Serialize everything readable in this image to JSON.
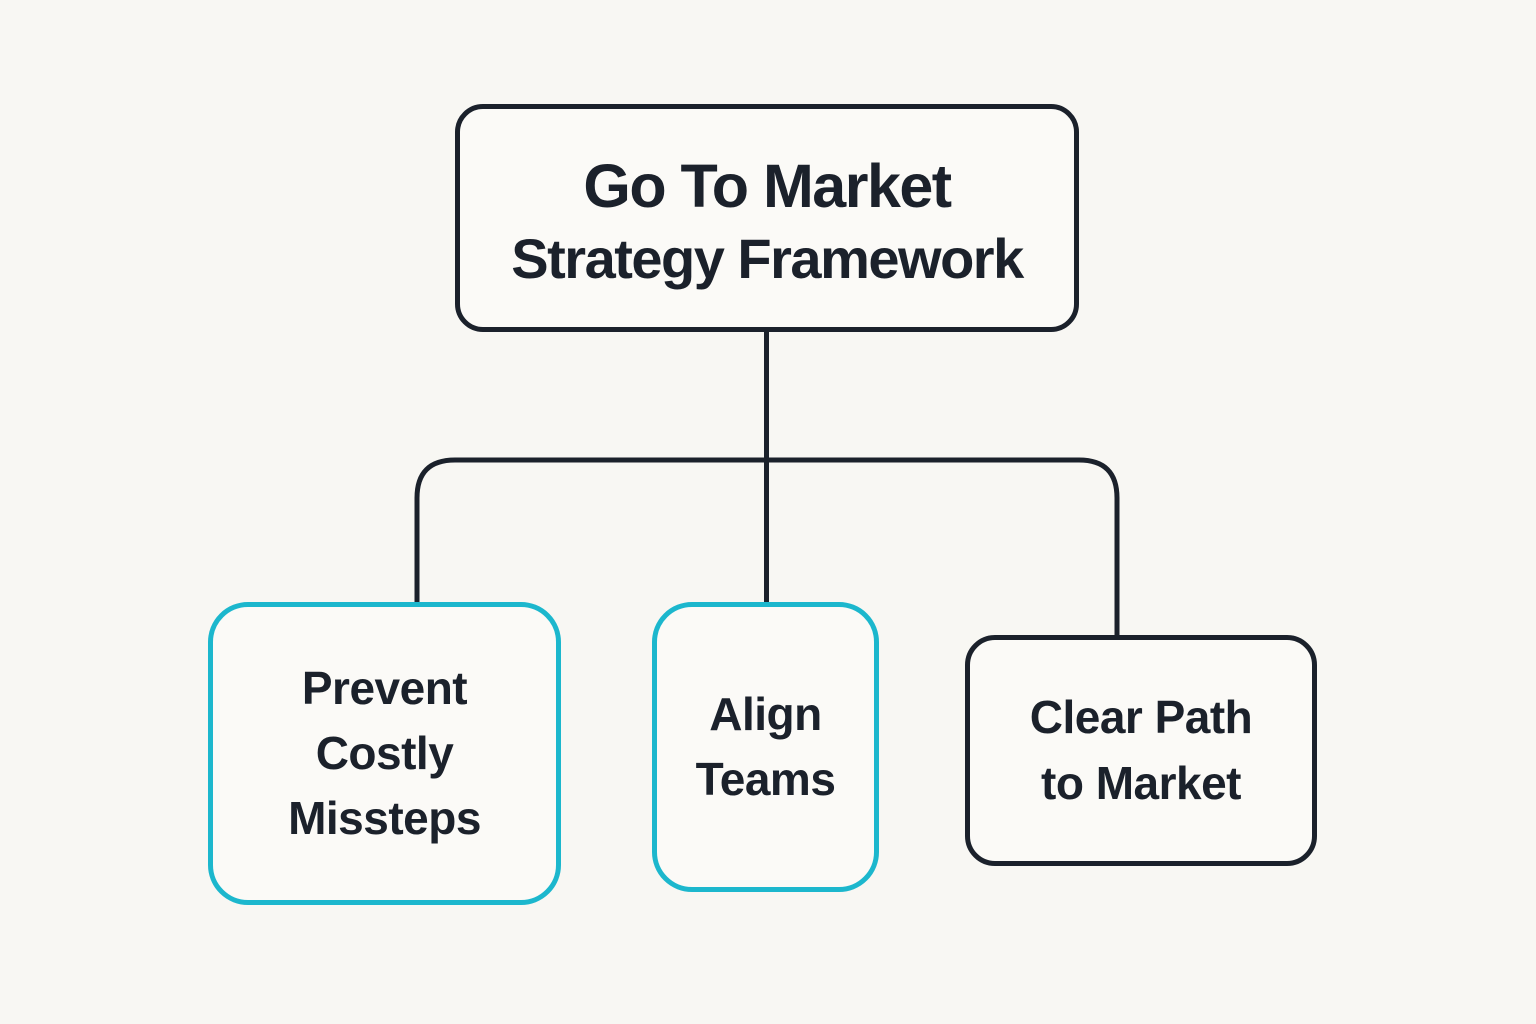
{
  "diagram": {
    "root": {
      "line1": "Go To Market",
      "line2": "Strategy Framework"
    },
    "children": [
      {
        "id": "prevent-costly-missteps",
        "accent": "teal",
        "lines": [
          "Prevent",
          "Costly",
          "Missteps"
        ]
      },
      {
        "id": "align-teams",
        "accent": "teal",
        "lines": [
          "Align",
          "Teams"
        ]
      },
      {
        "id": "clear-path-to-market",
        "accent": "dark",
        "lines": [
          "Clear Path",
          "to Market"
        ]
      }
    ],
    "colors": {
      "accent_teal": "#1cb7cd",
      "stroke_dark": "#1b212b",
      "background": "#f8f7f3",
      "box_fill": "#fbfaf7",
      "text": "#1b212b"
    }
  }
}
